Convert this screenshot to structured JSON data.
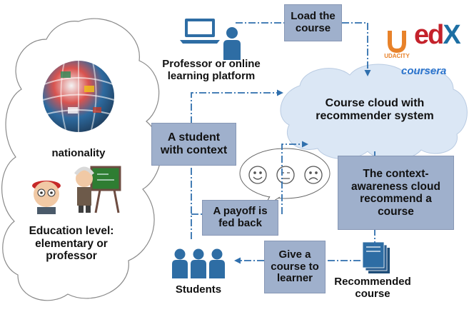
{
  "nodes": {
    "professor": "Professor or online\nlearning platform",
    "course_cloud": "Course cloud with\nrecommender system",
    "nationality": "nationality",
    "education_level": "Education level:\nelementary or\nprofessor",
    "students": "Students",
    "recommended_course": "Recommended\ncourse"
  },
  "actions": {
    "load_course": "Load the\ncourse",
    "student_with_context": "A student\nwith context",
    "payoff": "A payoff is\nfed back",
    "context_awareness": "The context-\nawareness cloud\nrecommend a\ncourse",
    "give_course": "Give a\ncourse to\nlearner"
  },
  "logos": {
    "udacity": "UDACITY",
    "edx": "edX",
    "coursera": "coursera"
  },
  "feedback_icons": [
    "smiley-face-icon",
    "neutral-face-icon",
    "sad-face-icon"
  ],
  "colors": {
    "action_box": "#9fb0cc",
    "arrow": "#2f6fad",
    "icon_blue": "#2e6da4",
    "cloud_fill": "#dbe7f5",
    "udacity": "#e8822a",
    "edx_e": "#c4222b",
    "edx_x": "#1d6fa3",
    "coursera": "#2a73cc"
  }
}
